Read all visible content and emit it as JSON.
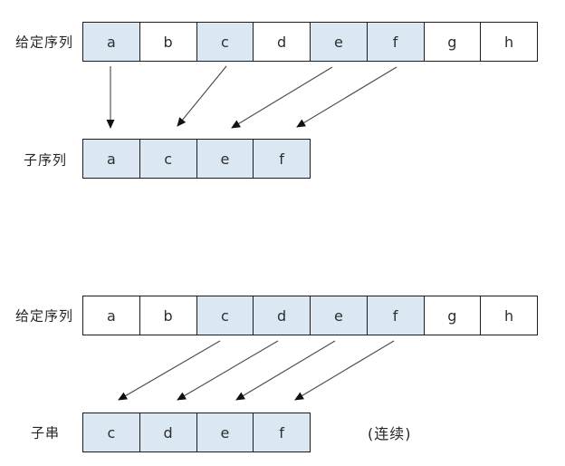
{
  "colors": {
    "highlight_fill": "#dbe7f3",
    "cell_border": "#1c1c1c",
    "arrow": "#474747",
    "text": "#262626",
    "background": "#ffffff"
  },
  "top_diagram": {
    "source_label": "给定序列",
    "sequence": [
      "a",
      "b",
      "c",
      "d",
      "e",
      "f",
      "g",
      "h"
    ],
    "highlighted_letters": [
      "a",
      "c",
      "e",
      "f"
    ],
    "result_label": "子序列",
    "result": [
      "a",
      "c",
      "e",
      "f"
    ]
  },
  "bottom_diagram": {
    "source_label": "给定序列",
    "sequence": [
      "a",
      "b",
      "c",
      "d",
      "e",
      "f",
      "g",
      "h"
    ],
    "highlighted_letters": [
      "c",
      "d",
      "e",
      "f"
    ],
    "result_label": "子串",
    "result": [
      "c",
      "d",
      "e",
      "f"
    ],
    "note": "(连续)"
  }
}
